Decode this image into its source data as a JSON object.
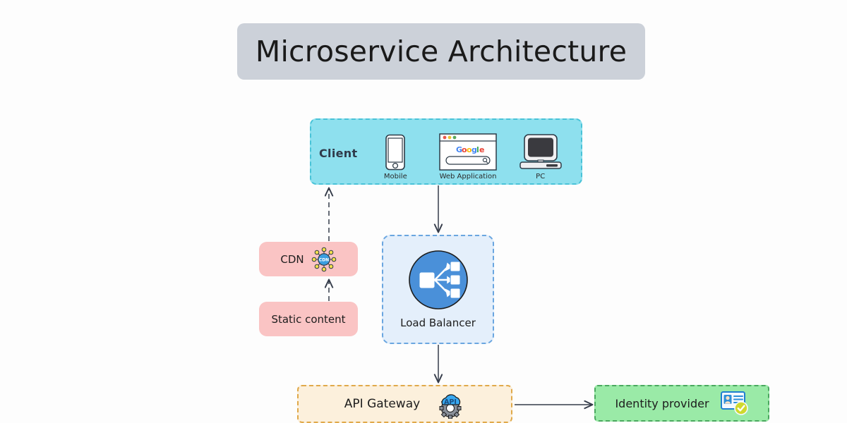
{
  "diagram": {
    "title": "Microservice Architecture",
    "background_color": "#fdfdfd",
    "title_box_color": "#ccd1d9"
  },
  "client": {
    "label": "Client",
    "box_color": "#8ee0ee",
    "border_color": "#49c3d8",
    "items": [
      {
        "caption": "Mobile",
        "icon": "mobile-phone-icon"
      },
      {
        "caption": "Web Application",
        "icon": "browser-window-icon"
      },
      {
        "caption": "PC",
        "icon": "desktop-computer-icon"
      }
    ]
  },
  "cdn": {
    "label": "CDN",
    "icon": "cdn-network-icon",
    "box_color": "#fac4c4"
  },
  "static_content": {
    "label": "Static content",
    "box_color": "#fac4c4"
  },
  "load_balancer": {
    "label": "Load Balancer",
    "icon": "load-balancer-icon",
    "box_color": "#e4effb",
    "border_color": "#6aa6e0"
  },
  "api_gateway": {
    "label": "API Gateway",
    "icon": "api-cloud-gear-icon",
    "icon_text": "API",
    "box_color": "#fcf0dc",
    "border_color": "#e0a94a"
  },
  "identity_provider": {
    "label": "Identity provider",
    "icon": "id-card-verified-icon",
    "box_color": "#9aeaa7",
    "border_color": "#4aa85f"
  },
  "edges": [
    {
      "name": "cdn-to-client",
      "from": "CDN",
      "to": "Client",
      "style": "dashed",
      "direction": "up"
    },
    {
      "name": "client-to-load-balancer",
      "from": "Client",
      "to": "Load Balancer",
      "style": "solid",
      "direction": "down"
    },
    {
      "name": "static-content-to-cdn",
      "from": "Static content",
      "to": "CDN",
      "style": "dashed",
      "direction": "up"
    },
    {
      "name": "load-balancer-to-api-gateway",
      "from": "Load Balancer",
      "to": "API Gateway",
      "style": "solid",
      "direction": "down"
    },
    {
      "name": "api-gateway-to-identity-provider",
      "from": "API Gateway",
      "to": "Identity provider",
      "style": "solid",
      "direction": "right"
    }
  ]
}
